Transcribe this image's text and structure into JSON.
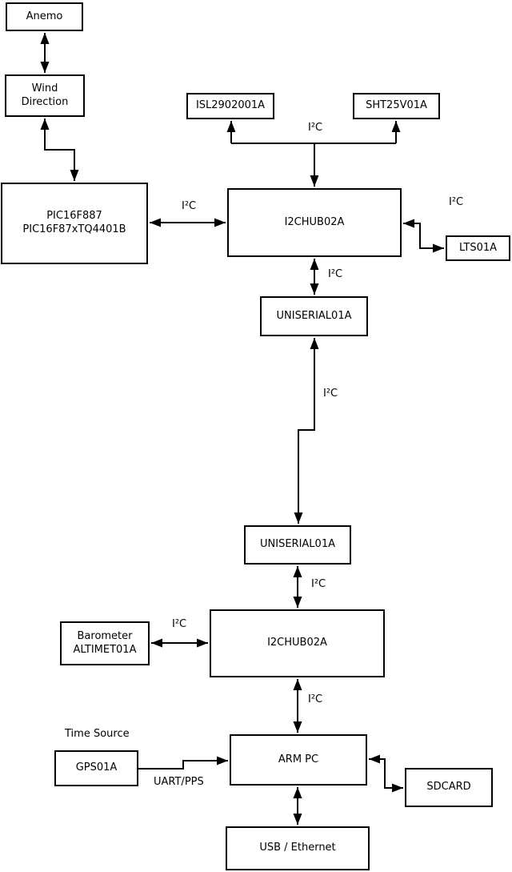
{
  "diagram": {
    "nodes": {
      "anemo": {
        "label": "Anemo"
      },
      "wind_direction": {
        "line1": "Wind",
        "line2": "Direction"
      },
      "pic": {
        "line1": "PIC16F887",
        "line2": "PIC16F87xTQ4401B"
      },
      "isl2902001a": {
        "label": "ISL2902001A"
      },
      "sht25v01a": {
        "label": "SHT25V01A"
      },
      "i2chub_top": {
        "label": "I2CHUB02A"
      },
      "lts01a": {
        "label": "LTS01A"
      },
      "uniserial_upper": {
        "label": "UNISERIAL01A"
      },
      "uniserial_lower": {
        "label": "UNISERIAL01A"
      },
      "barometer": {
        "line1": "Barometer",
        "line2": "ALTIMET01A"
      },
      "i2chub_bottom": {
        "label": "I2CHUB02A"
      },
      "gps01a": {
        "label": "GPS01A"
      },
      "arm_pc": {
        "label": "ARM PC"
      },
      "sdcard": {
        "label": "SDCARD"
      },
      "usb_ethernet": {
        "label": "USB / Ethernet"
      }
    },
    "edge_labels": {
      "i2c_sensor_branch": "I²C",
      "i2c_pic_hub": "I²C",
      "i2c_hub_lts": "I²C",
      "i2c_hub_uniserial": "I²C",
      "i2c_uniserial_link": "I²C",
      "i2c_uniserial_hub2": "I²C",
      "i2c_barometer_hub2": "I²C",
      "i2c_hub2_armpc": "I²C",
      "time_source": "Time Source",
      "uart_pps": "UART/PPS"
    },
    "colors": {
      "background": "#ffffff",
      "line": "#000000",
      "text": "#000000",
      "box_fill": "#ffffff",
      "box_border": "#000000"
    }
  }
}
